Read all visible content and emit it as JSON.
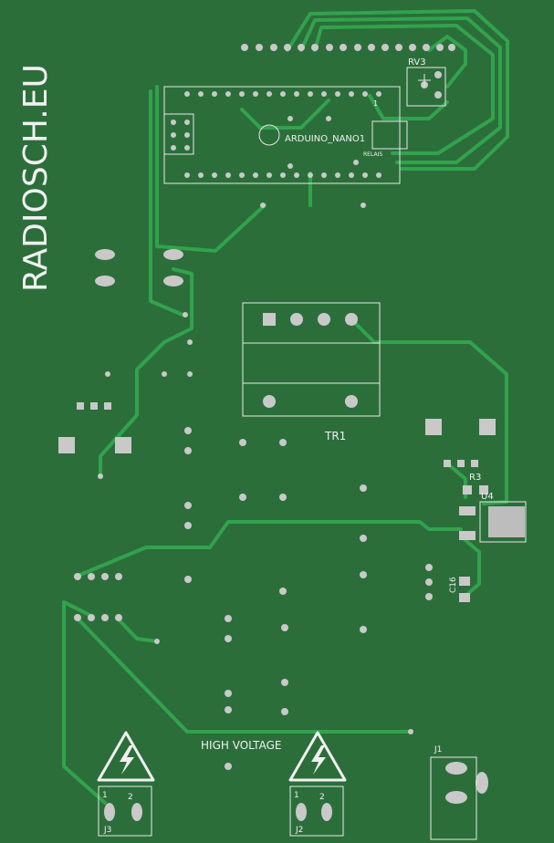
{
  "board": {
    "brand_text": "RADIOSCH.EU",
    "colors": {
      "base": "#2b6e3a",
      "trace": "#32a24d",
      "pad": "#c9c9c9",
      "silk": "#e8e8e8"
    }
  },
  "labels": {
    "rv3": "RV3",
    "arduino": "ARDUINO_NANO1",
    "arduino_pin1": "1",
    "rx_tx": "RELAIS",
    "tr1": "TR1",
    "r3": "R3",
    "u4": "U4",
    "c16": "C16",
    "high_voltage": "HIGH VOLTAGE",
    "j1": "J1",
    "j2": "J2",
    "j3": "J3",
    "pin1": "1",
    "pin2": "2"
  },
  "icons": {
    "warning": "high-voltage-warning-icon"
  }
}
